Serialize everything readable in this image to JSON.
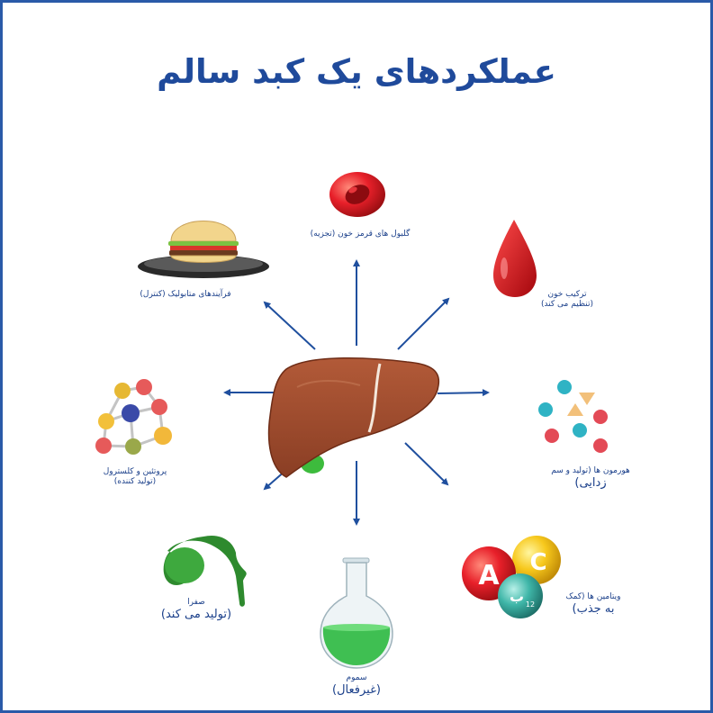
{
  "title": "عملکردهای یک کبد سالم",
  "colors": {
    "frame": "#2a5aa8",
    "title": "#1f4a9b",
    "arrow": "#1f4f9e",
    "liver": "#9a4a2e"
  },
  "functions": [
    {
      "id": "red-blood-cells",
      "icon": "red-blood-cell-icon",
      "line1": "گلبول های قرمز خون (تجزیه)",
      "line2": ""
    },
    {
      "id": "blood-composition",
      "icon": "blood-drop-icon",
      "line1": "ترکیب خون",
      "line2": "(تنظیم می کند)"
    },
    {
      "id": "hormones",
      "icon": "hormone-molecules-icon",
      "line1": "هورمون ها (تولید و سم",
      "line2": "زدایی)"
    },
    {
      "id": "vitamins",
      "icon": "vitamins-icon",
      "line1": "ویتامین ها (کمک",
      "line2": "به جذب)"
    },
    {
      "id": "toxins",
      "icon": "flask-icon",
      "line1": "سموم",
      "line2": "(غیرفعال)"
    },
    {
      "id": "bile",
      "icon": "gallbladder-icon",
      "line1": "صفرا",
      "line2": "(تولید می کند)"
    },
    {
      "id": "protein-cholesterol",
      "icon": "molecule-icon",
      "line1": "پروتئین و کلسترول",
      "line2": "(تولید کننده)"
    },
    {
      "id": "metabolic",
      "icon": "burger-icon",
      "line1": "فرآیندهای متابولیک (کنترل)",
      "line2": ""
    }
  ],
  "vitamin_letters": {
    "a": "A",
    "c": "C",
    "b": "ب",
    "b_sub": "12"
  }
}
